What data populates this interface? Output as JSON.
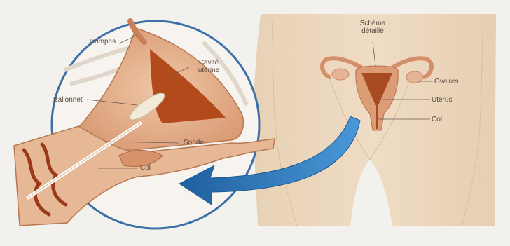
{
  "labels": {
    "trompes": "Trompes",
    "cavite": [
      "Cavité",
      "utérine"
    ],
    "ballonnet": "Ballonnet",
    "sonde": "Sonde",
    "col_zoom": "Col",
    "schema": [
      "Schéma",
      "détaillé"
    ],
    "ovaires": "Ovaires",
    "uterus": "Utérus",
    "col_body": "Col"
  },
  "colors": {
    "background": "#f3f1ee",
    "skin": "#ecd8be",
    "tissue": "#e2b08c",
    "cavity": "#b34a1c",
    "circle": "#3d6fa8",
    "arrow": "#2e7cc4",
    "probe": "#f2ead8"
  }
}
